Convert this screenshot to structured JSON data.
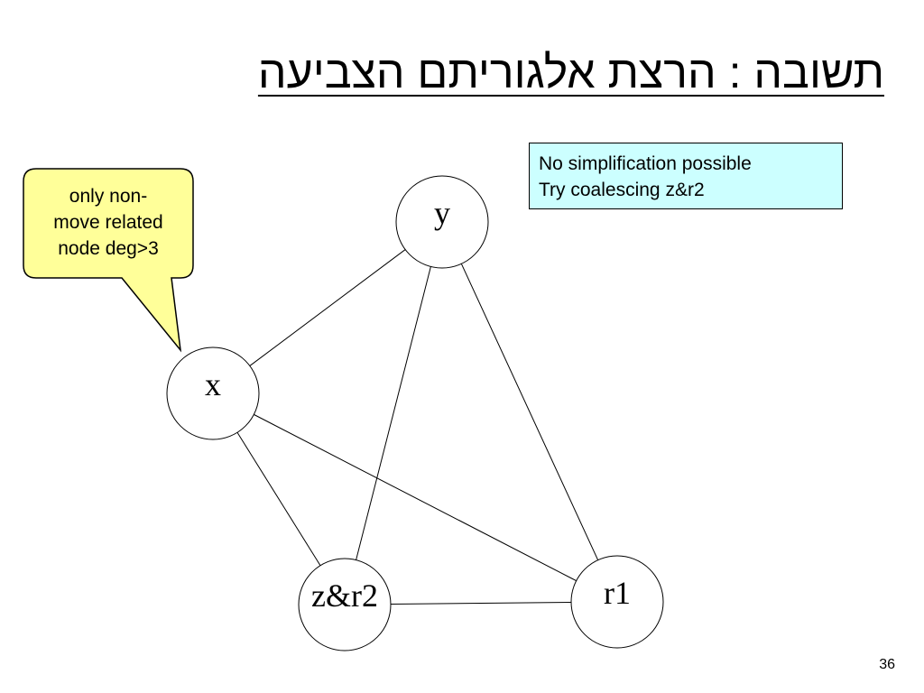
{
  "slide": {
    "title": "תשובה : הרצת אלגוריתם הצביעה",
    "page_number": "36"
  },
  "info_box": {
    "lines": [
      "No simplification possible",
      "Try coalescing z&r2"
    ],
    "background": "#ccffff"
  },
  "callout": {
    "lines": [
      "only non-",
      "move related",
      "node deg>3"
    ],
    "background": "#ffff99",
    "points_to": "x"
  },
  "graph": {
    "nodes": [
      {
        "id": "y",
        "label": "y"
      },
      {
        "id": "x",
        "label": "x"
      },
      {
        "id": "zr2",
        "label": "z&r2"
      },
      {
        "id": "r1",
        "label": "r1"
      }
    ],
    "edges": [
      {
        "from": "x",
        "to": "y"
      },
      {
        "from": "y",
        "to": "zr2"
      },
      {
        "from": "y",
        "to": "r1"
      },
      {
        "from": "x",
        "to": "zr2"
      },
      {
        "from": "x",
        "to": "r1"
      },
      {
        "from": "zr2",
        "to": "r1"
      }
    ]
  }
}
